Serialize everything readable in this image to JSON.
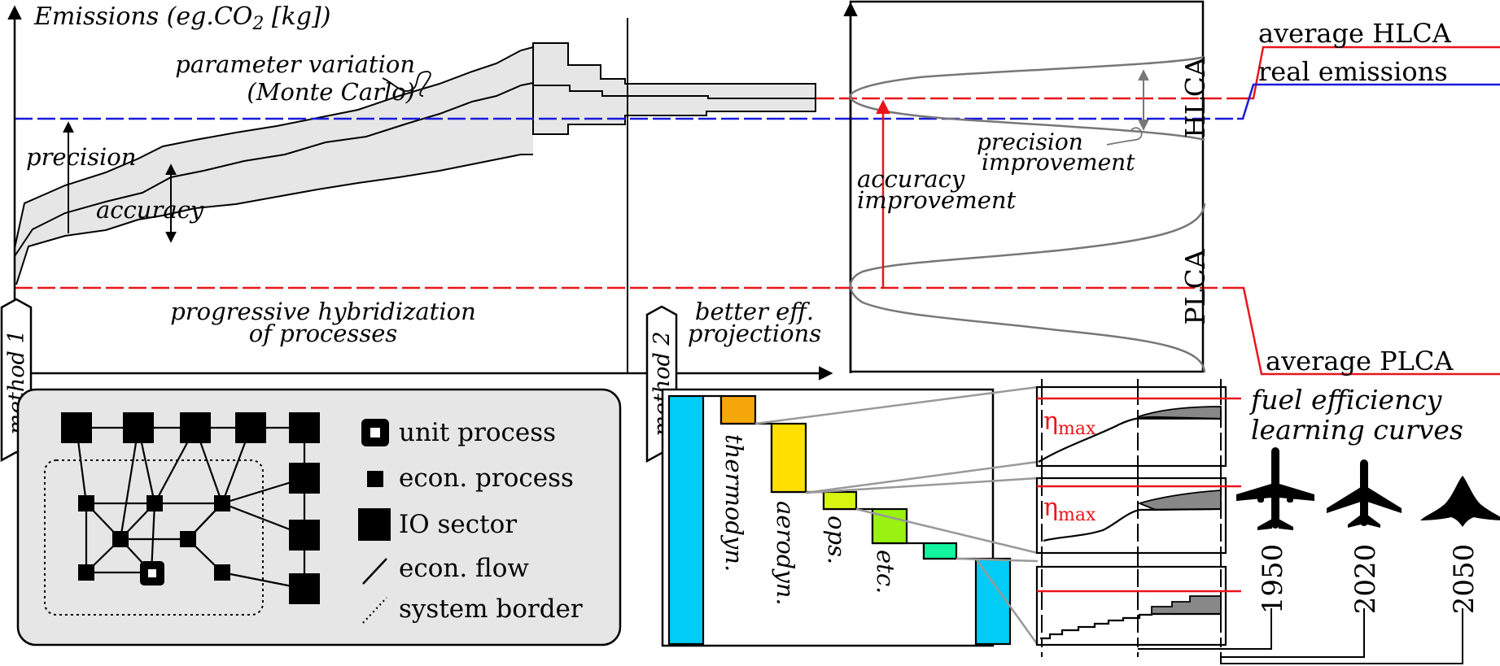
{
  "main": {
    "ylabel": "Emissions (eg.CO",
    "ylabel_sub": "2",
    "ylabel_end": " [kg])",
    "param_variation_1": "parameter variation",
    "param_variation_2": "(Monte Carlo)",
    "precision": "precision",
    "accuracy": "accuracy",
    "hybridization_1": "progressive hybridization",
    "hybridization_2": "of processes",
    "better_eff_1": "better eff.",
    "better_eff_2": "projections",
    "method1": "method 1",
    "method2": "method 2"
  },
  "distribution": {
    "hlca": "HLCA",
    "plca": "PLCA",
    "precision_improvement_1": "precision",
    "precision_improvement_2": "improvement",
    "accuracy_improvement_1": "accuracy",
    "accuracy_improvement_2": "improvement"
  },
  "right_legend": {
    "average_hlca": "average HLCA",
    "real_emissions": "real emissions",
    "average_plca": "average PLCA",
    "colors": {
      "average": "#e8161b",
      "real": "#1a1adb"
    }
  },
  "network_legend": {
    "items": [
      {
        "label": "unit process",
        "icon": "unit-process-icon"
      },
      {
        "label": "econ. process",
        "icon": "econ-process-icon"
      },
      {
        "label": "IO sector",
        "icon": "io-sector-icon"
      },
      {
        "label": "econ. flow",
        "icon": "econ-flow-icon"
      },
      {
        "label": "system border",
        "icon": "system-border-icon"
      }
    ]
  },
  "matrix": {
    "blocks": [
      {
        "label": "thermodyn.",
        "color": "#f5a70a"
      },
      {
        "label": "aerodyn.",
        "color": "#ffe000"
      },
      {
        "label": "ops.",
        "color": "#d8f512"
      },
      {
        "label": "etc.",
        "color": "#99f20f"
      }
    ],
    "extra_block_color": "#12f59e",
    "io_color": "#00ccf5"
  },
  "learning": {
    "eta": "η",
    "eta_sub": "max",
    "title_1": "fuel efficiency",
    "title_2": "learning curves",
    "years": [
      "1950",
      "2020",
      "2050"
    ],
    "aircraft_icons": [
      "aircraft-1950-icon",
      "aircraft-2020-icon",
      "aircraft-2050-icon"
    ]
  }
}
